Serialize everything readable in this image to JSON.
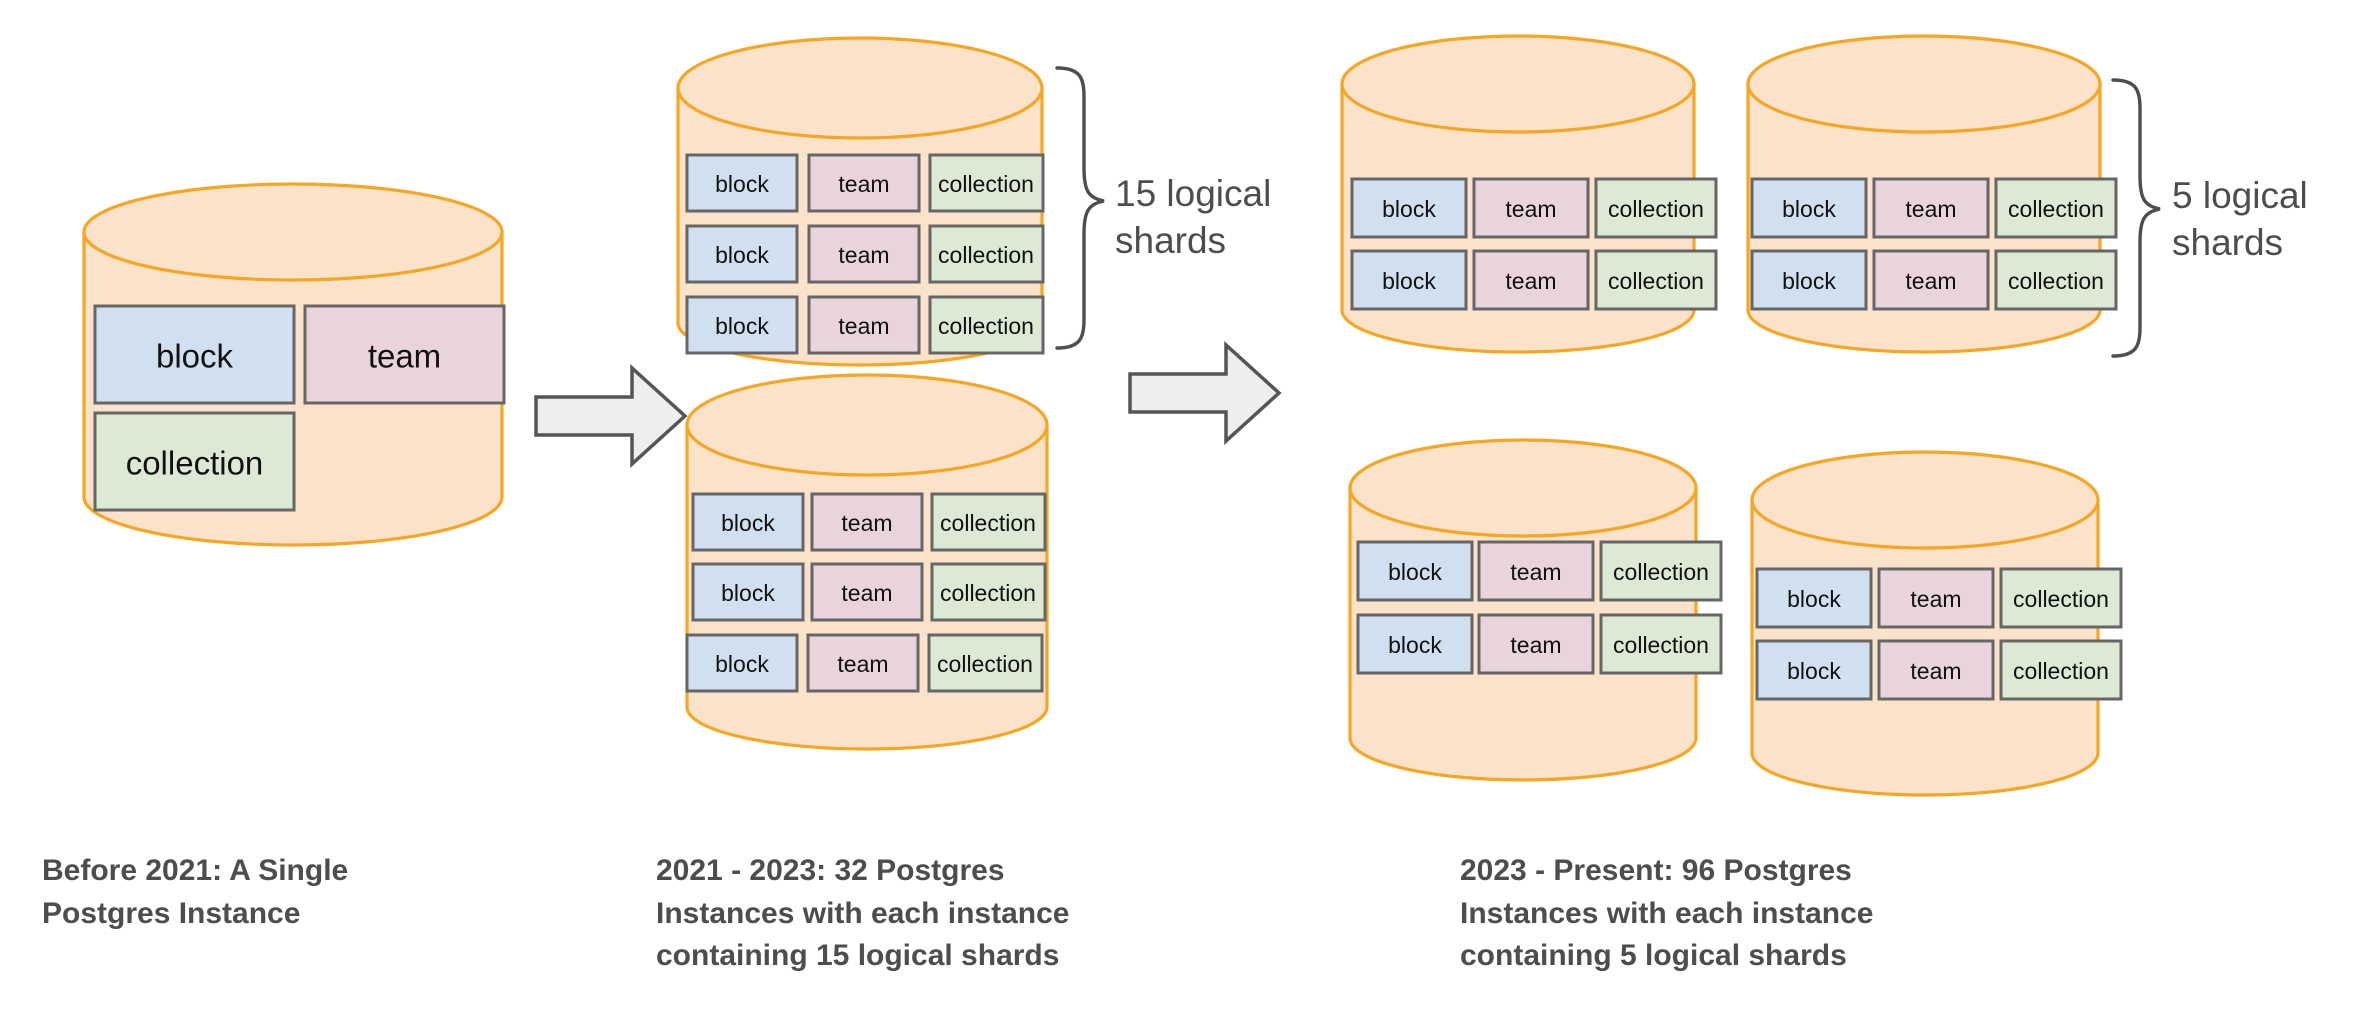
{
  "diagram": {
    "title": "Notion Postgres sharding evolution",
    "colors": {
      "cylinder_fill": "#fbe2ca",
      "cylinder_stroke": "#f5a623",
      "block_fill": "#d0e0f1",
      "team_fill": "#e9d4de",
      "collection_fill": "#dce9d5",
      "box_stroke": "#666666",
      "arrow_fill": "#eeeeee",
      "arrow_stroke": "#555555",
      "text_gray": "#4d4d4d",
      "background": "#ffffff"
    },
    "table_labels": {
      "block": "block",
      "team": "team",
      "collection": "collection"
    },
    "stages": [
      {
        "id": "stage-1",
        "caption": "Before 2021: A Single\nPostgres Instance",
        "instance_count": 1,
        "shards_per_instance": 1,
        "layout": "single-large",
        "cylinders": [
          {
            "id": "cylinder-1-1",
            "rows": [
              [
                "block",
                "team"
              ],
              [
                "collection"
              ]
            ]
          }
        ]
      },
      {
        "id": "stage-2",
        "caption": "2021 - 2023: 32 Postgres\nInstances with each instance\ncontaining 15 logical shards",
        "instance_count": 32,
        "shards_per_instance": 15,
        "layout": "stacked-two",
        "brace_label": "15 logical\nshards",
        "cylinders": [
          {
            "id": "cylinder-2-1",
            "rows": [
              [
                "block",
                "team",
                "collection"
              ],
              [
                "block",
                "team",
                "collection"
              ],
              [
                "block",
                "team",
                "collection"
              ]
            ]
          },
          {
            "id": "cylinder-2-2",
            "rows": [
              [
                "block",
                "team",
                "collection"
              ],
              [
                "block",
                "team",
                "collection"
              ],
              [
                "block",
                "team",
                "collection"
              ]
            ]
          }
        ]
      },
      {
        "id": "stage-3",
        "caption": "2023 - Present: 96 Postgres\nInstances with each instance\ncontaining 5 logical shards",
        "instance_count": 96,
        "shards_per_instance": 5,
        "layout": "grid-two-by-two",
        "brace_label": "5 logical\nshards",
        "cylinders": [
          {
            "id": "cylinder-3-1",
            "rows": [
              [
                "block",
                "team",
                "collection"
              ],
              [
                "block",
                "team",
                "collection"
              ]
            ]
          },
          {
            "id": "cylinder-3-2",
            "rows": [
              [
                "block",
                "team",
                "collection"
              ],
              [
                "block",
                "team",
                "collection"
              ]
            ]
          },
          {
            "id": "cylinder-3-3",
            "rows": [
              [
                "block",
                "team",
                "collection"
              ],
              [
                "block",
                "team",
                "collection"
              ]
            ]
          },
          {
            "id": "cylinder-3-4",
            "rows": [
              [
                "block",
                "team",
                "collection"
              ],
              [
                "block",
                "team",
                "collection"
              ]
            ]
          }
        ]
      }
    ],
    "arrows": [
      {
        "id": "arrow-1",
        "name": "transition-arrow-1to2"
      },
      {
        "id": "arrow-2",
        "name": "transition-arrow-2to3"
      }
    ]
  }
}
